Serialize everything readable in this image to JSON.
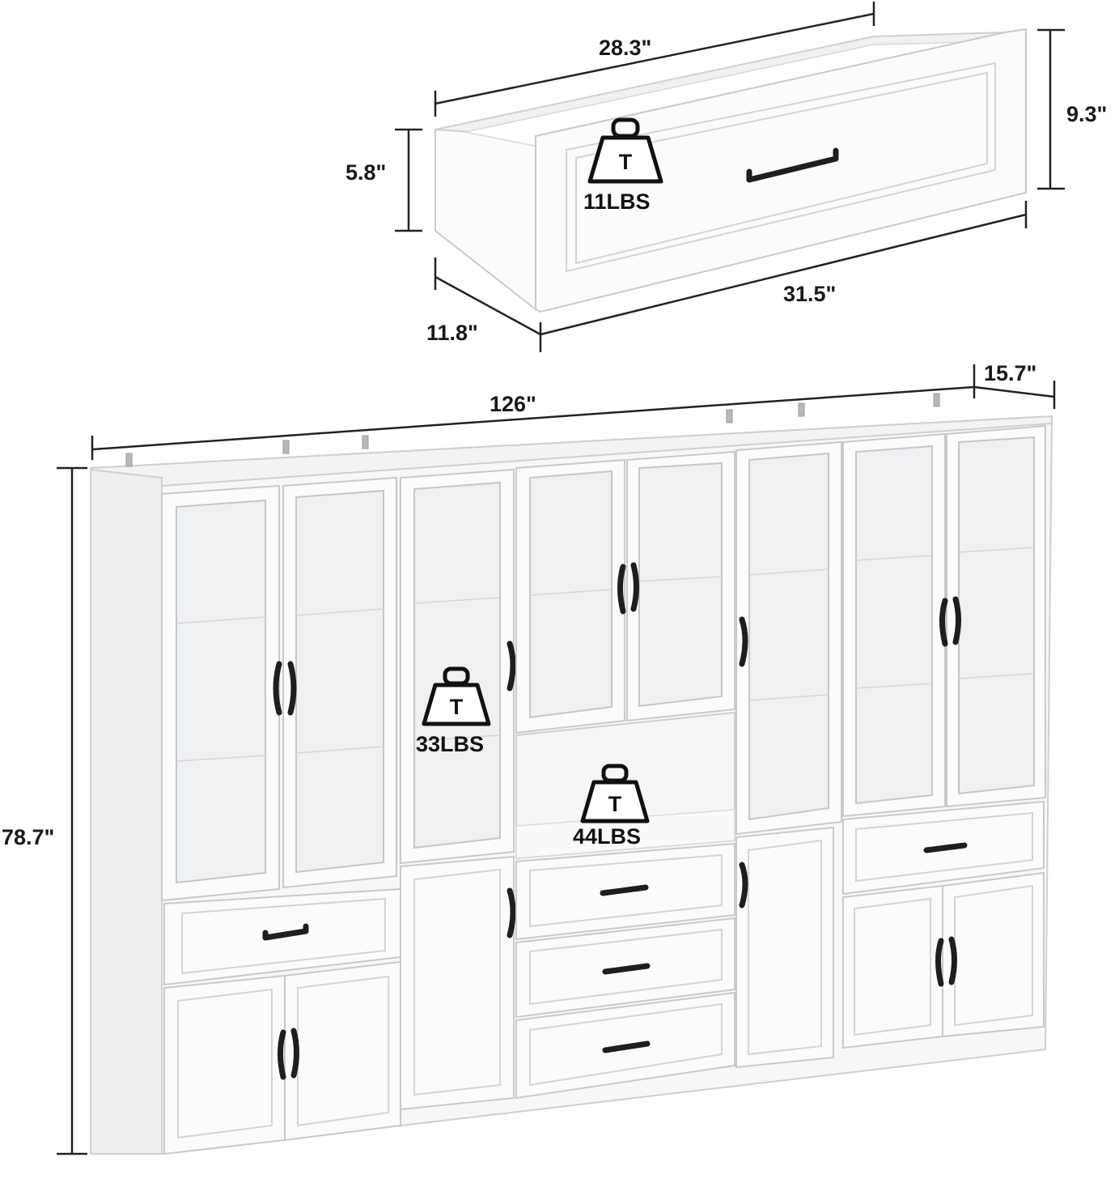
{
  "drawer": {
    "back_width": "28.3\"",
    "height_front": "9.3\"",
    "height_side": "5.8\"",
    "front_width": "31.5\"",
    "depth": "11.8\"",
    "load": "11LBS"
  },
  "cabinet": {
    "width": "126\"",
    "depth": "15.7\"",
    "height": "78.7\"",
    "shelf_load": "33LBS",
    "open_shelf_load": "44LBS"
  },
  "weight_icon": {
    "glyph": "T",
    "icon": "weight-icon"
  },
  "colors": {
    "furniture": "#fbfbfb",
    "handle": "#1e1e1e"
  }
}
